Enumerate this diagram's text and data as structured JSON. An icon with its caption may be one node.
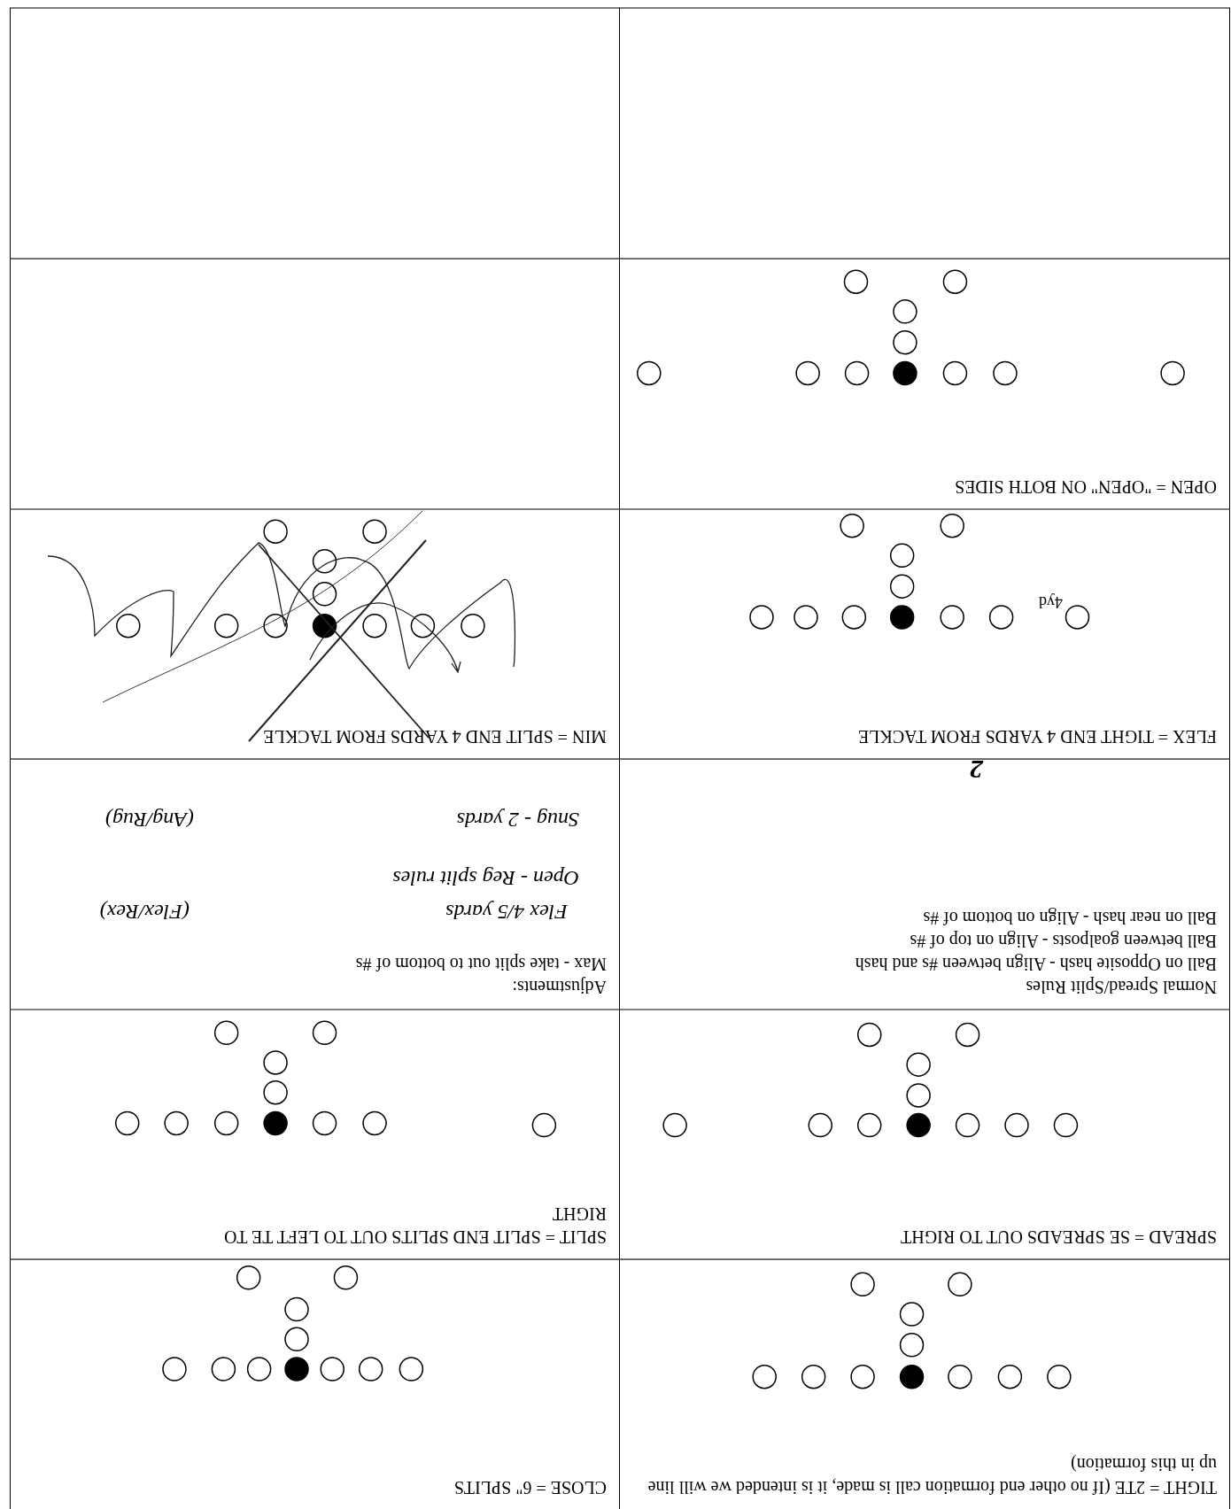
{
  "diagram": {
    "nodes": [
      {
        "text": [
          "TIGHT = 2TE (If no other end formation call is made, it is intended we will line up in this formation)"
        ]
      },
      {
        "text": [
          "CLOSE = 6\" SPLITS"
        ]
      },
      {
        "text": [
          "SPREAD =  SE SPREADS OUT TO RIGHT"
        ]
      },
      {
        "text": [
          "SPLIT = SPLIT END SPLITS OUT TO LEFT TE TO RIGHT"
        ]
      },
      {
        "text": [
          "Normal Spread/Split Rules",
          "Ball on Opposite hash - Align between #s and hash",
          "Ball between goalposts - Align on top of #s",
          "Ball on near hash - Align on bottom of #s"
        ]
      },
      {
        "text": [
          "Adjustments:",
          "Max - take split out to bottom of #s",
          "Flex 4/5 yards",
          "(Flex/Rex)",
          "Open - Reg split rules",
          "Snug - 2 yards",
          "(Ang/Rug)"
        ]
      },
      {
        "text": [
          "FLEX = TIGHT END 4 YARDS FROM TACKLE",
          "4yd"
        ]
      },
      {
        "text": [
          "MIN = SPLIT END 4 YARDS FROM TACKLE"
        ]
      },
      {
        "text": [
          "OPEN = \"OPEN\" ON BOTH SIDES"
        ]
      },
      {
        "text": [],
        "shape": "box"
      },
      {
        "text": [],
        "shape": "box"
      },
      {
        "text": [],
        "shape": "box"
      }
    ],
    "labels": [
      "2"
    ]
  }
}
